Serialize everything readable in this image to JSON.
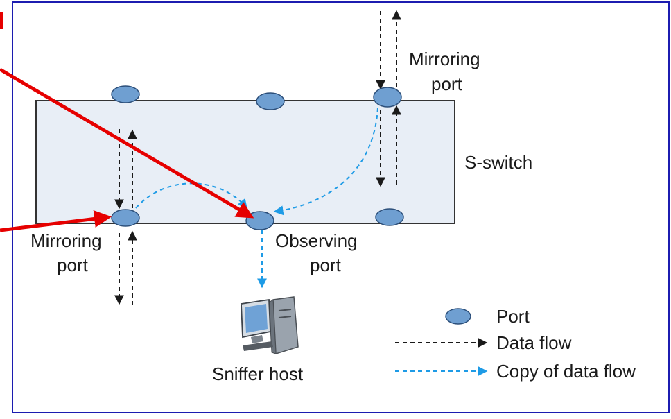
{
  "diagram": {
    "switch_label": "S-switch",
    "mirroring_port_top": {
      "line1": "Mirroring",
      "line2": "port"
    },
    "mirroring_port_left": {
      "line1": "Mirroring",
      "line2": "port"
    },
    "observing_port": {
      "line1": "Observing",
      "line2": "port"
    },
    "sniffer_host": "Sniffer host"
  },
  "legend": {
    "port": "Port",
    "data_flow": "Data flow",
    "copy_flow": "Copy of data flow"
  },
  "colors": {
    "frame": "#1c1cb0",
    "switch_fill": "#e8eef6",
    "port_fill": "#6f9fd1",
    "port_stroke": "#2c4f7a",
    "data_flow": "#1a1a1a",
    "copy_flow": "#1e9be6",
    "annotation": "#e60000"
  },
  "icons": {
    "sniffer_host": "computer-icon"
  }
}
